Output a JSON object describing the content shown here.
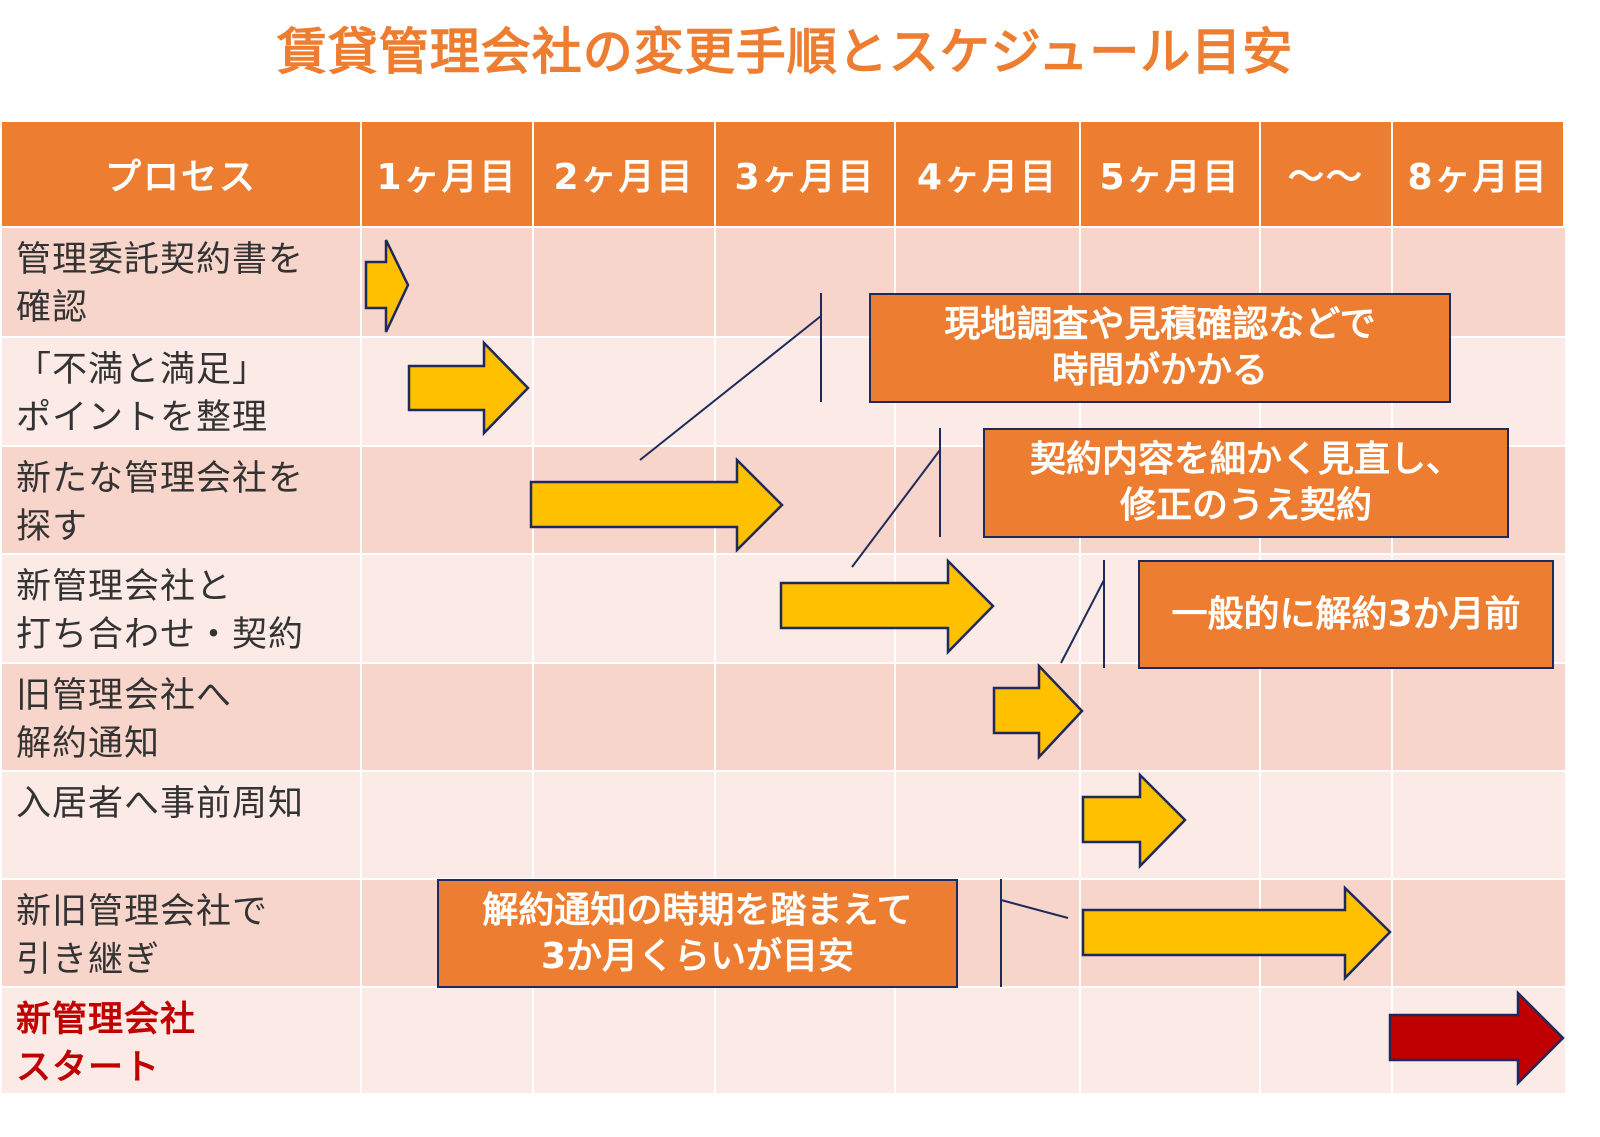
{
  "title": "賃貸管理会社の変更手順とスケジュール目安",
  "header": [
    "プロセス",
    "1ヶ月目",
    "2ヶ月目",
    "3ヶ月目",
    "4ヶ月目",
    "5ヶ月目",
    "〜〜",
    "8ヶ月目"
  ],
  "rows": [
    {
      "label": "管理委託契約書を\n確認"
    },
    {
      "label": "「不満と満足」\nポイントを整理"
    },
    {
      "label": "新たな管理会社を\n探す"
    },
    {
      "label": "新管理会社と\n打ち合わせ・契約"
    },
    {
      "label": "旧管理会社へ\n解約通知"
    },
    {
      "label": "入居者へ事前周知"
    },
    {
      "label": "新旧管理会社で\n引き継ぎ"
    },
    {
      "label": "新管理会社\nスタート"
    }
  ],
  "callouts": [
    "現地調査や見積確認などで\n時間がかかる",
    "契約内容を細かく見直し、\n修正のうえ契約",
    "一般的に解約3か月前",
    "解約通知の時期を踏まえて\n3か月くらいが目安"
  ],
  "colors": {
    "accent": "#ED7D31",
    "arrow": "#FFC000",
    "start_arrow": "#C00000",
    "row_dark": "#F8D5CB",
    "row_light": "#FBEAE6"
  }
}
